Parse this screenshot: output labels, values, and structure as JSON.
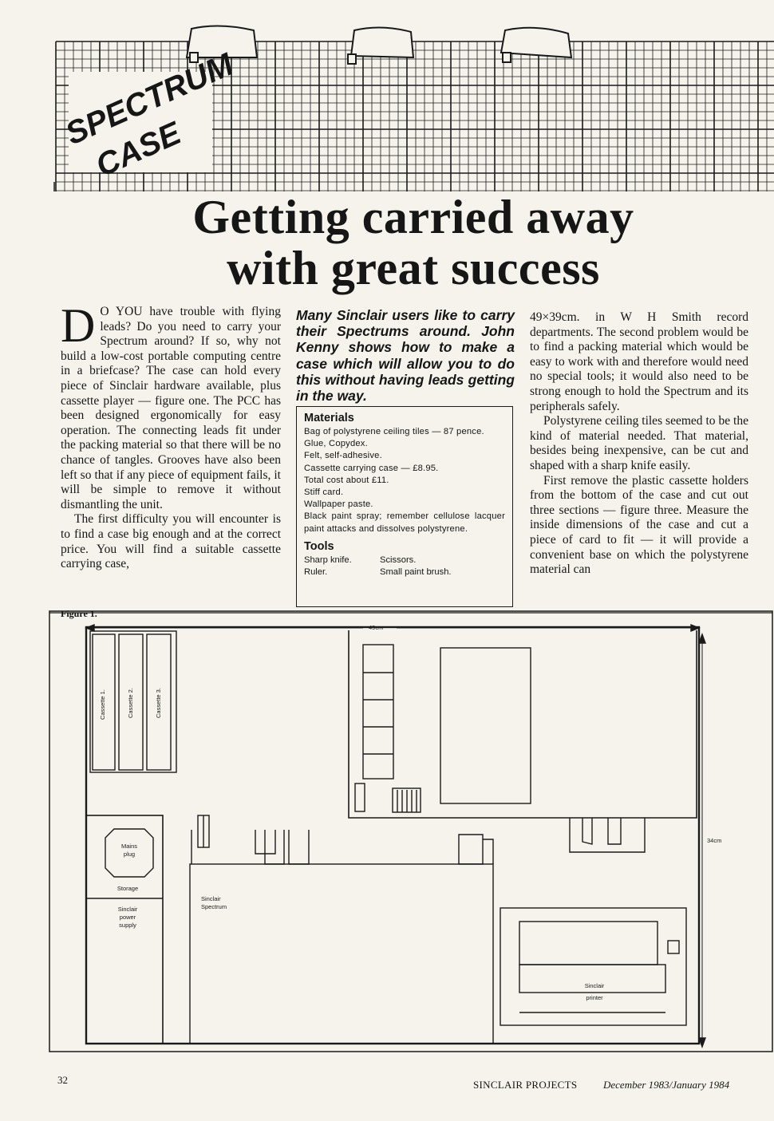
{
  "header": {
    "logo_line1": "SPECTRUM",
    "logo_line2": "CASE"
  },
  "article": {
    "headline_line1": "Getting carried away",
    "headline_line2": "with great success",
    "col1_drop_cap": "D",
    "col1_para1": "O YOU have trouble with flying leads? Do you need to carry your Spectrum around? If so, why not build a low-cost portable computing centre in a briefcase? The case can hold every piece of Sinclair hardware available, plus cassette player — figure one. The PCC has been designed ergonomically for easy operation. The connecting leads fit under the packing material so that there will be no chance of tangles. Grooves have also been left so that if any piece of equipment fails, it will be simple to remove it without dismantling the unit.",
    "col1_para2": "The first difficulty you will encounter is to find a case big enough and at the correct price. You will find a suitable cassette carrying case,",
    "standfirst": "Many Sinclair users like to carry their Spectrums around. John Kenny shows how to make a case which will allow you to do this without having leads getting in the way.",
    "col3_para1": "49×39cm. in W H Smith record departments. The second problem would be to find a packing material which would be easy to work with and therefore would need no special tools; it would also need to be strong enough to hold the Spectrum and its peripherals safely.",
    "col3_para2": "Polystyrene ceiling tiles seemed to be the kind of material needed. That material, besides being inexpensive, can be cut and shaped with a sharp knife easily.",
    "col3_para3": "First remove the plastic cassette holders from the bottom of the case and cut out three sections — figure three. Measure the inside dimensions of the case and cut a piece of card to fit — it will provide a convenient base on which the polystyrene material can"
  },
  "materials": {
    "heading": "Materials",
    "items": [
      "Bag of polystyrene ceiling tiles — 87 pence.",
      "Glue, Copydex.",
      "Felt, self-adhesive.",
      "Cassette carrying case — £8.95.",
      "Total cost about £11.",
      "Stiff card.",
      "Wallpaper paste.",
      "Black paint spray; remember cellulose lacquer paint attacks and dissolves polystyrene."
    ],
    "tools_heading": "Tools",
    "tools": [
      "Sharp knife.",
      "Scissors.",
      "Ruler.",
      "Small paint brush."
    ]
  },
  "figure": {
    "caption": "Figure 1.",
    "width_label": "49cm",
    "height_label": "34cm",
    "cassettes": [
      "Cassette 1.",
      "Cassette 2.",
      "Cassette 3."
    ],
    "mains_plug_line1": "Mains",
    "mains_plug_line2": "plug",
    "storage": "Storage",
    "power_supply_lines": [
      "Sinclair",
      "power",
      "supply"
    ],
    "spectrum_lines": [
      "Sinclair",
      "Spectrum"
    ],
    "printer_lines": [
      "Sinclair",
      "printer"
    ]
  },
  "footer": {
    "page_number": "32",
    "publication": "SINCLAIR PROJECTS",
    "issue_date": "December 1983/January 1984"
  },
  "colors": {
    "paper": "#f6f3ec",
    "ink": "#161616"
  }
}
